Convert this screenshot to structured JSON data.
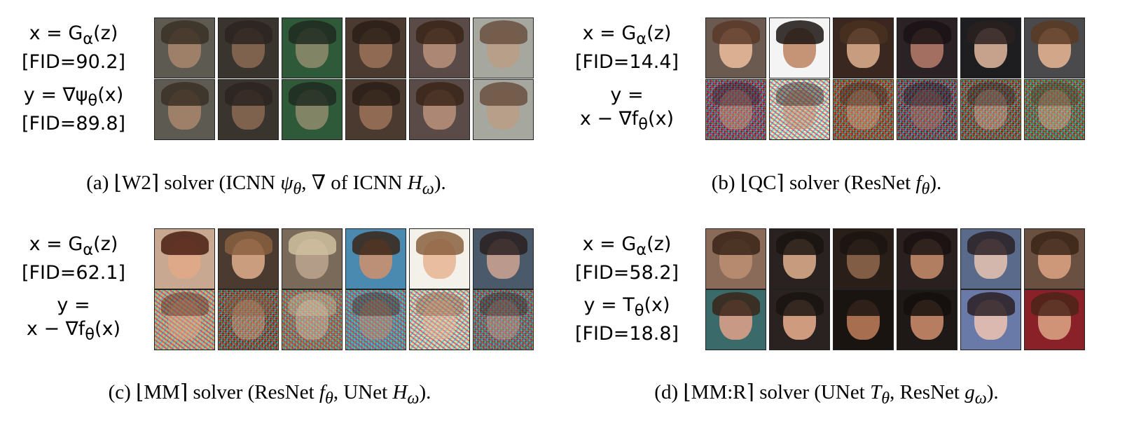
{
  "panels": [
    {
      "rows": [
        {
          "lines": [
            {
              "pre": "x = G",
              "sub": "α",
              "post": "(z)"
            },
            {
              "plain": "[FID=90.2]"
            }
          ]
        },
        {
          "lines": [
            {
              "pre": "y = ∇ψ",
              "sub": "θ",
              "post": "(x)"
            },
            {
              "plain": "[FID=89.8]"
            }
          ]
        }
      ],
      "caption": {
        "prefix": "(a) ⌊W2⌉ solver (ICNN ",
        "v1": "ψ",
        "s1": "θ",
        "mid": ", ∇ of ICNN ",
        "v2": "H",
        "s2": "ω",
        "suffix": ")."
      }
    },
    {
      "rows": [
        {
          "lines": [
            {
              "pre": "x = G",
              "sub": "α",
              "post": "(z)"
            },
            {
              "plain": "[FID=14.4]"
            }
          ]
        },
        {
          "lines": [
            {
              "plain": "y ="
            },
            {
              "pre": "x − ∇f",
              "sub": "θ",
              "post": "(x)"
            }
          ]
        }
      ],
      "caption": {
        "prefix": "(b) ⌊QC⌉ solver (ResNet ",
        "v1": "f",
        "s1": "θ",
        "mid": "",
        "v2": "",
        "s2": "",
        "suffix": ")."
      }
    },
    {
      "rows": [
        {
          "lines": [
            {
              "pre": "x = G",
              "sub": "α",
              "post": "(z)"
            },
            {
              "plain": "[FID=62.1]"
            }
          ]
        },
        {
          "lines": [
            {
              "plain": "y ="
            },
            {
              "pre": "x − ∇f",
              "sub": "θ",
              "post": "(x)"
            }
          ]
        }
      ],
      "caption": {
        "prefix": "(c) ⌊MM⌉ solver (ResNet ",
        "v1": "f",
        "s1": "θ",
        "mid": ", UNet ",
        "v2": "H",
        "s2": "ω",
        "suffix": ")."
      }
    },
    {
      "rows": [
        {
          "lines": [
            {
              "pre": "x = G",
              "sub": "α",
              "post": "(z)"
            },
            {
              "plain": "[FID=58.2]"
            }
          ]
        },
        {
          "lines": [
            {
              "pre": "y = T",
              "sub": "θ",
              "post": "(x)"
            },
            {
              "plain": "[FID=18.8]"
            }
          ]
        }
      ],
      "caption": {
        "prefix": "(d) ⌊MM:R⌉ solver (UNet ",
        "v1": "T",
        "s1": "θ",
        "mid": ", ResNet ",
        "v2": "g",
        "s2": "ω",
        "suffix": ")."
      }
    }
  ]
}
